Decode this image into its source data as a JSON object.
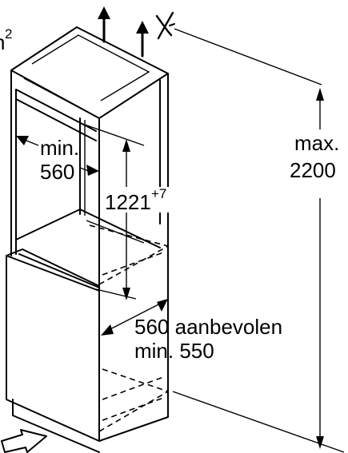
{
  "labels": {
    "area_superscript": "2",
    "min_width_line1": "min.",
    "min_width_line2": "560",
    "niche_height_value": "1221",
    "niche_height_tolerance": "+7",
    "max_height_line1": "max.",
    "max_height_line2": "2200",
    "depth_line1": "560 aanbevolen",
    "depth_line2": "min. 550"
  }
}
